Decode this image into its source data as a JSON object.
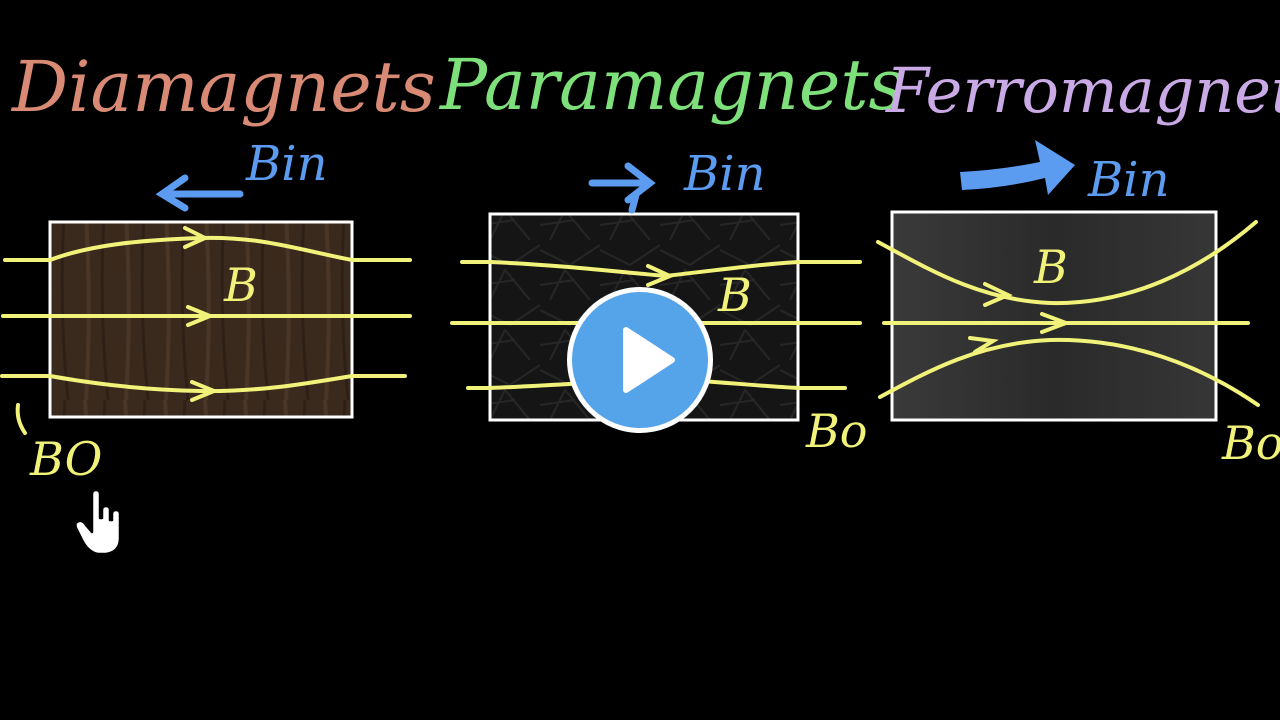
{
  "panels": [
    {
      "title": "Diamagnets",
      "bin_label": "Bin",
      "b_label": "B",
      "bo_label": "BO"
    },
    {
      "title": "Paramagnets",
      "bin_label": "Bin",
      "b_label": "B",
      "bo_label": "Bo"
    },
    {
      "title": "Ferromagnets",
      "bin_label": "Bin",
      "b_label": "B",
      "bo_label": "Bo"
    }
  ],
  "colors": {
    "background": "#000000",
    "diamagnet_title": "#d98a75",
    "paramagnet_title": "#7ee07a",
    "ferromagnet_title": "#c9a9e6",
    "bin_label": "#5b9cf0",
    "field_lines": "#f1f27a",
    "box_border": "#ffffff",
    "play_button": "#55a4ea"
  },
  "icons": {
    "play": "play-icon",
    "cursor": "hand-pointer-icon"
  }
}
